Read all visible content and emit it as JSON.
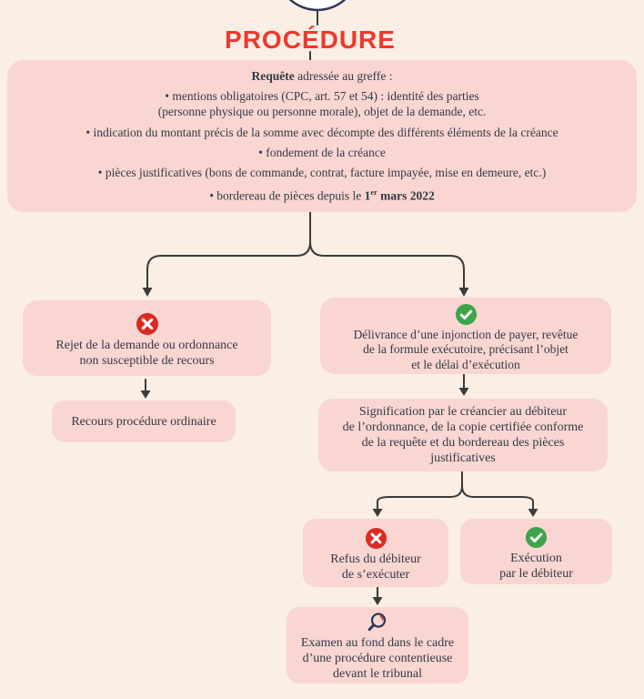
{
  "page": {
    "background": "#faeee5",
    "box_fill": "#f9d6d2",
    "text_color": "#343947",
    "accent_red": "#ee392b",
    "icon_red": "#dc2a23",
    "icon_green": "#3da44a",
    "line_color": "#3b3b3b",
    "circle_stroke": "#2c3a57"
  },
  "title": "PROCÉDURE",
  "requete": {
    "heading_bold": "Requête",
    "heading_rest": " adressée au greffe :",
    "bullet_mentions_line1": "• mentions obligatoires (CPC, art. 57 et 54) : identité des parties",
    "bullet_mentions_line2": "(personne physique ou personne morale), objet de la demande, etc.",
    "bullet_indication": "• indication du montant précis de la somme avec décompte des différents éléments de la créance",
    "bullet_fondement": "• fondement de la créance",
    "bullet_pieces": "• pièces justificatives (bons de commande, contrat, facture impayée, mise en demeure, etc.)",
    "bullet_bordereau_pre": "• bordereau de pièces depuis le ",
    "bullet_bordereau_num": "1",
    "bullet_bordereau_sup": "er",
    "bullet_bordereau_date": " mars 2022"
  },
  "nodes": {
    "rejet": {
      "icon": "cross-circle",
      "line1": "Rejet de la demande ou ordonnance",
      "line2": "non susceptible de recours"
    },
    "recours": {
      "label": "Recours procédure ordinaire"
    },
    "delivrance": {
      "icon": "check-circle",
      "line1": "Délivrance d’une injonction de payer, revêtue",
      "line2": "de la formule exécutoire, précisant l’objet",
      "line3": "et le délai d’exécution"
    },
    "signification": {
      "line1": "Signification par le créancier au débiteur",
      "line2": "de l’ordonnance, de la copie certifiée conforme",
      "line3": "de la requête et du bordereau des pièces",
      "line4": "justificatives"
    },
    "refus": {
      "icon": "cross-circle",
      "line1": "Refus du débiteur",
      "line2": "de s’exécuter"
    },
    "execution": {
      "icon": "check-circle",
      "line1": "Exécution",
      "line2": "par le débiteur"
    },
    "examen": {
      "icon": "magnifier",
      "line1": "Examen au fond dans le cadre",
      "line2": "d’une procédure contentieuse",
      "line3": "devant le tribunal"
    }
  }
}
